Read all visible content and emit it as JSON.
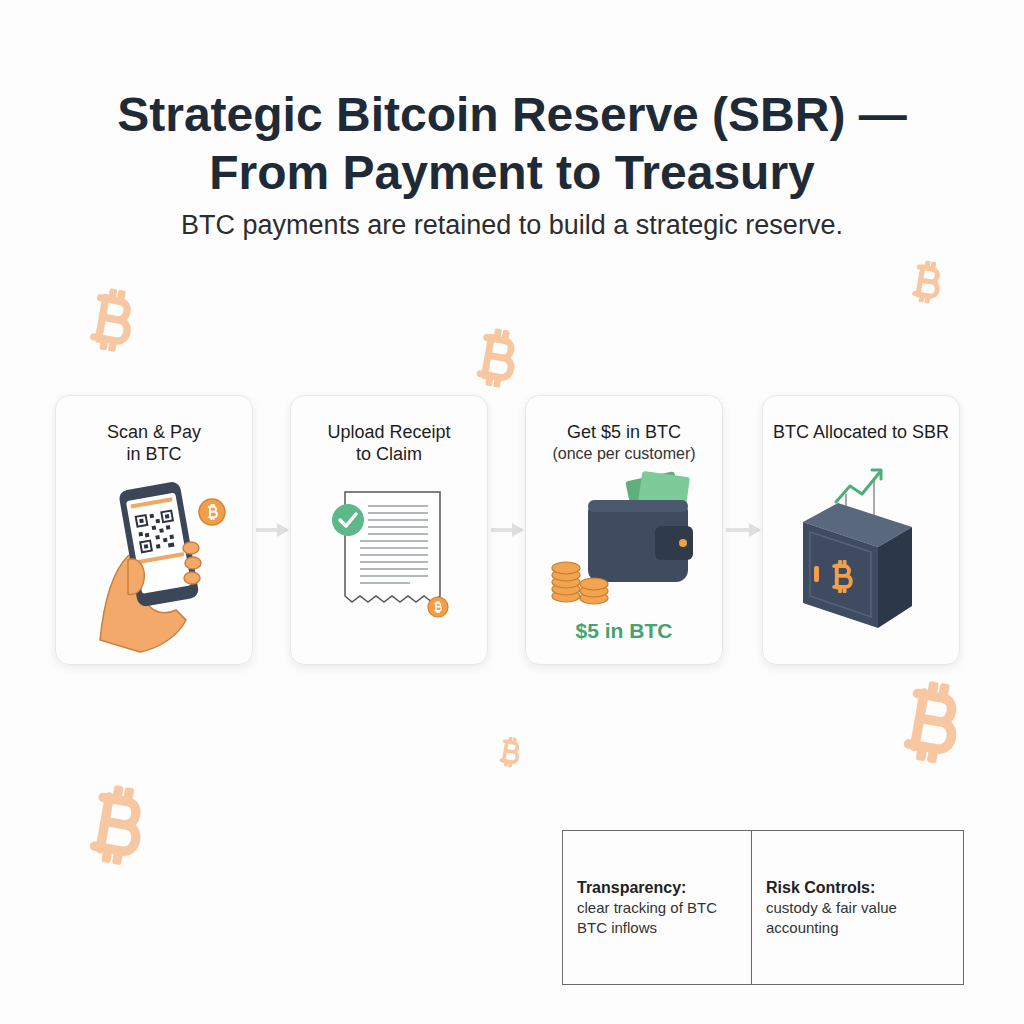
{
  "diagram": {
    "title": "Strategic Bitcoin Reserve (SBR) — From Payment to Treasury",
    "nodes": [
      {
        "text": [
          "Scan & Pay in BTC"
        ]
      },
      {
        "text": [
          "Upload Receipt to Claim"
        ]
      },
      {
        "text": [
          "Get $5 in BTC",
          "(once per customer)",
          "$5 in BTC"
        ]
      },
      {
        "text": [
          "BTC Allocated to SBR"
        ]
      },
      {
        "text": [
          "Transparency:",
          "clear tracking of BTC BTC inflows"
        ]
      },
      {
        "text": [
          "Risk Controls:",
          "custody & fair value accounting"
        ]
      }
    ],
    "edges": [
      {
        "from": 0,
        "to": 1,
        "arrow": "to"
      },
      {
        "from": 1,
        "to": 2,
        "arrow": "to"
      },
      {
        "from": 2,
        "to": 3,
        "arrow": "to"
      }
    ],
    "labels": [
      "BTC payments are retained to build a strategic reserve."
    ]
  }
}
